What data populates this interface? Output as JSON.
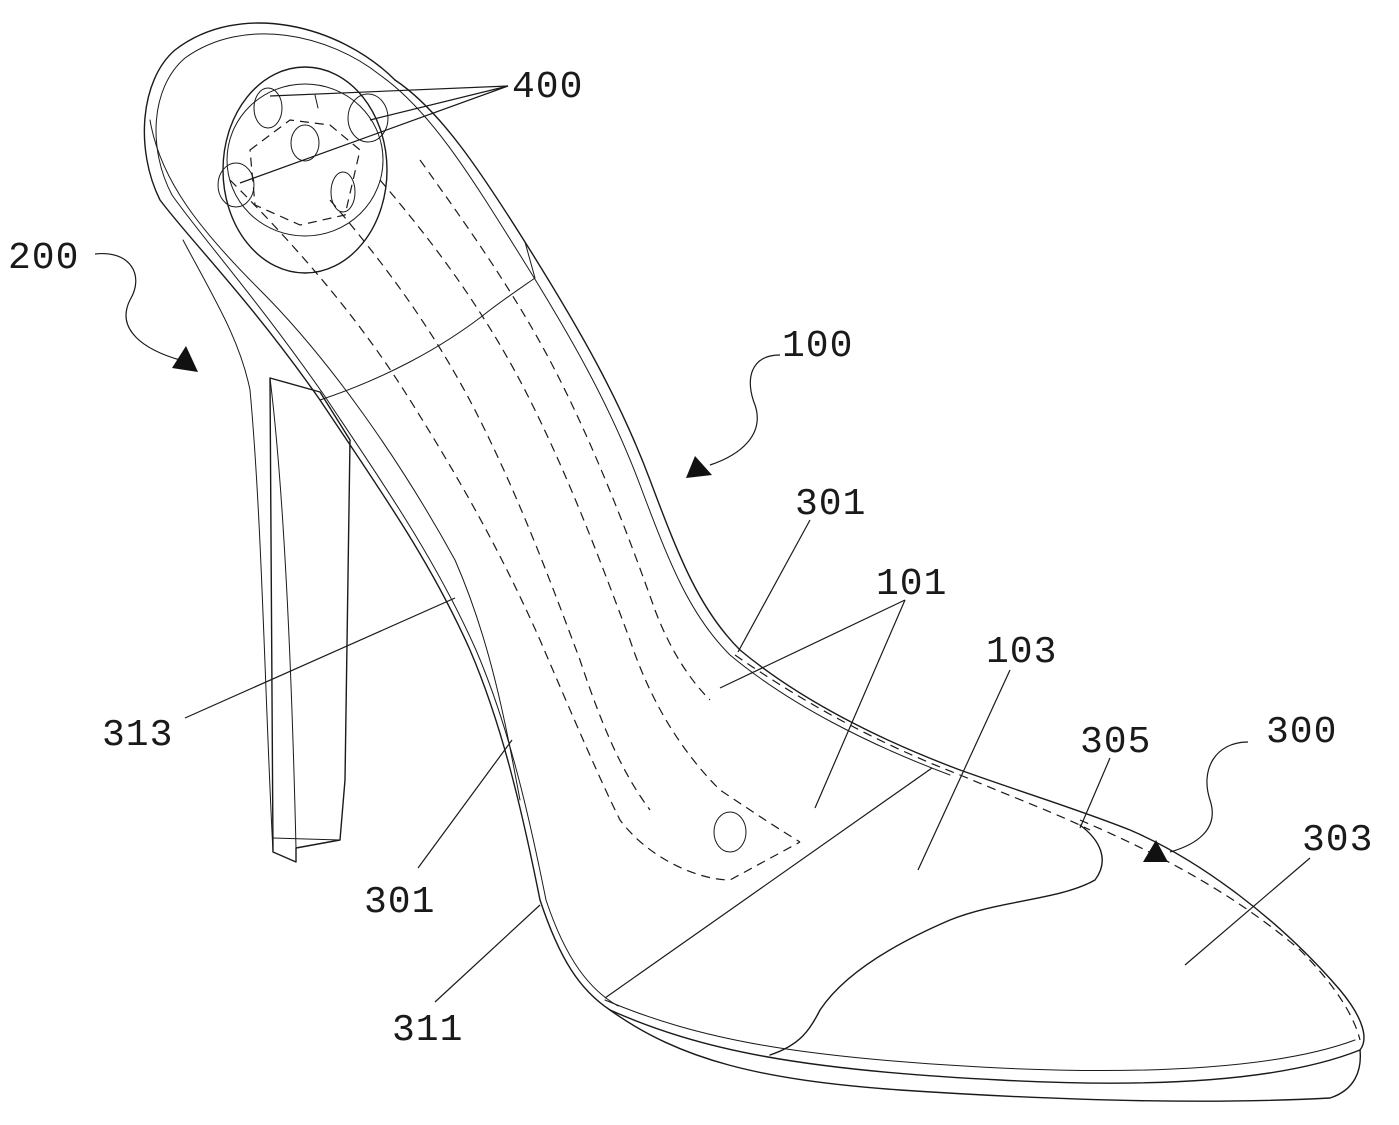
{
  "diagram": {
    "reference_numerals": {
      "assembly_400": "400",
      "part_200": "200",
      "part_100": "100",
      "part_301_top": "301",
      "part_101": "101",
      "part_103": "103",
      "part_305": "305",
      "part_300": "300",
      "part_303": "303",
      "part_313": "313",
      "part_301_bottom": "301",
      "part_311": "311"
    },
    "colors": {
      "line": "#1a1a1a",
      "background": "#ffffff"
    }
  }
}
